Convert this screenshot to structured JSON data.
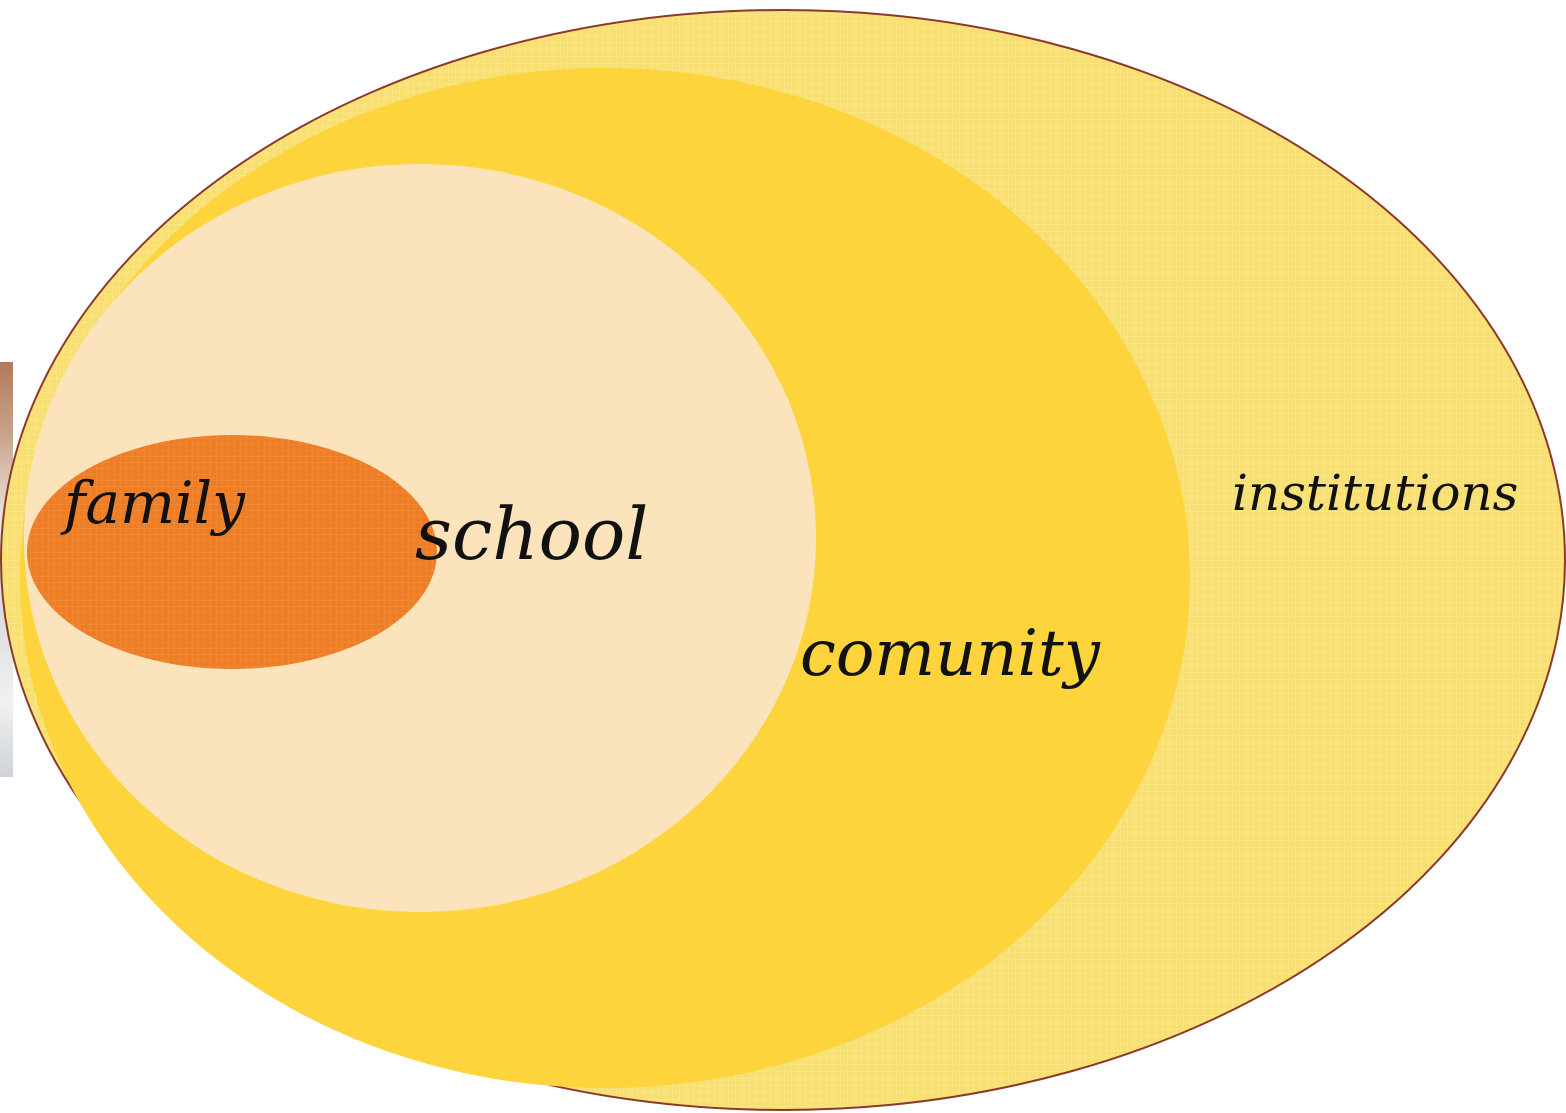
{
  "diagram": {
    "type": "nested-ellipses",
    "layers": [
      {
        "id": "institutions",
        "label": "institutions",
        "color": "#f8df72"
      },
      {
        "id": "comunity",
        "label": "comunity",
        "color": "#fdd43c"
      },
      {
        "id": "school",
        "label": "school",
        "color": "#fbe4bb"
      },
      {
        "id": "family",
        "label": "family",
        "color": "#ee7e26"
      }
    ],
    "border_color": "#8b3a2a"
  }
}
